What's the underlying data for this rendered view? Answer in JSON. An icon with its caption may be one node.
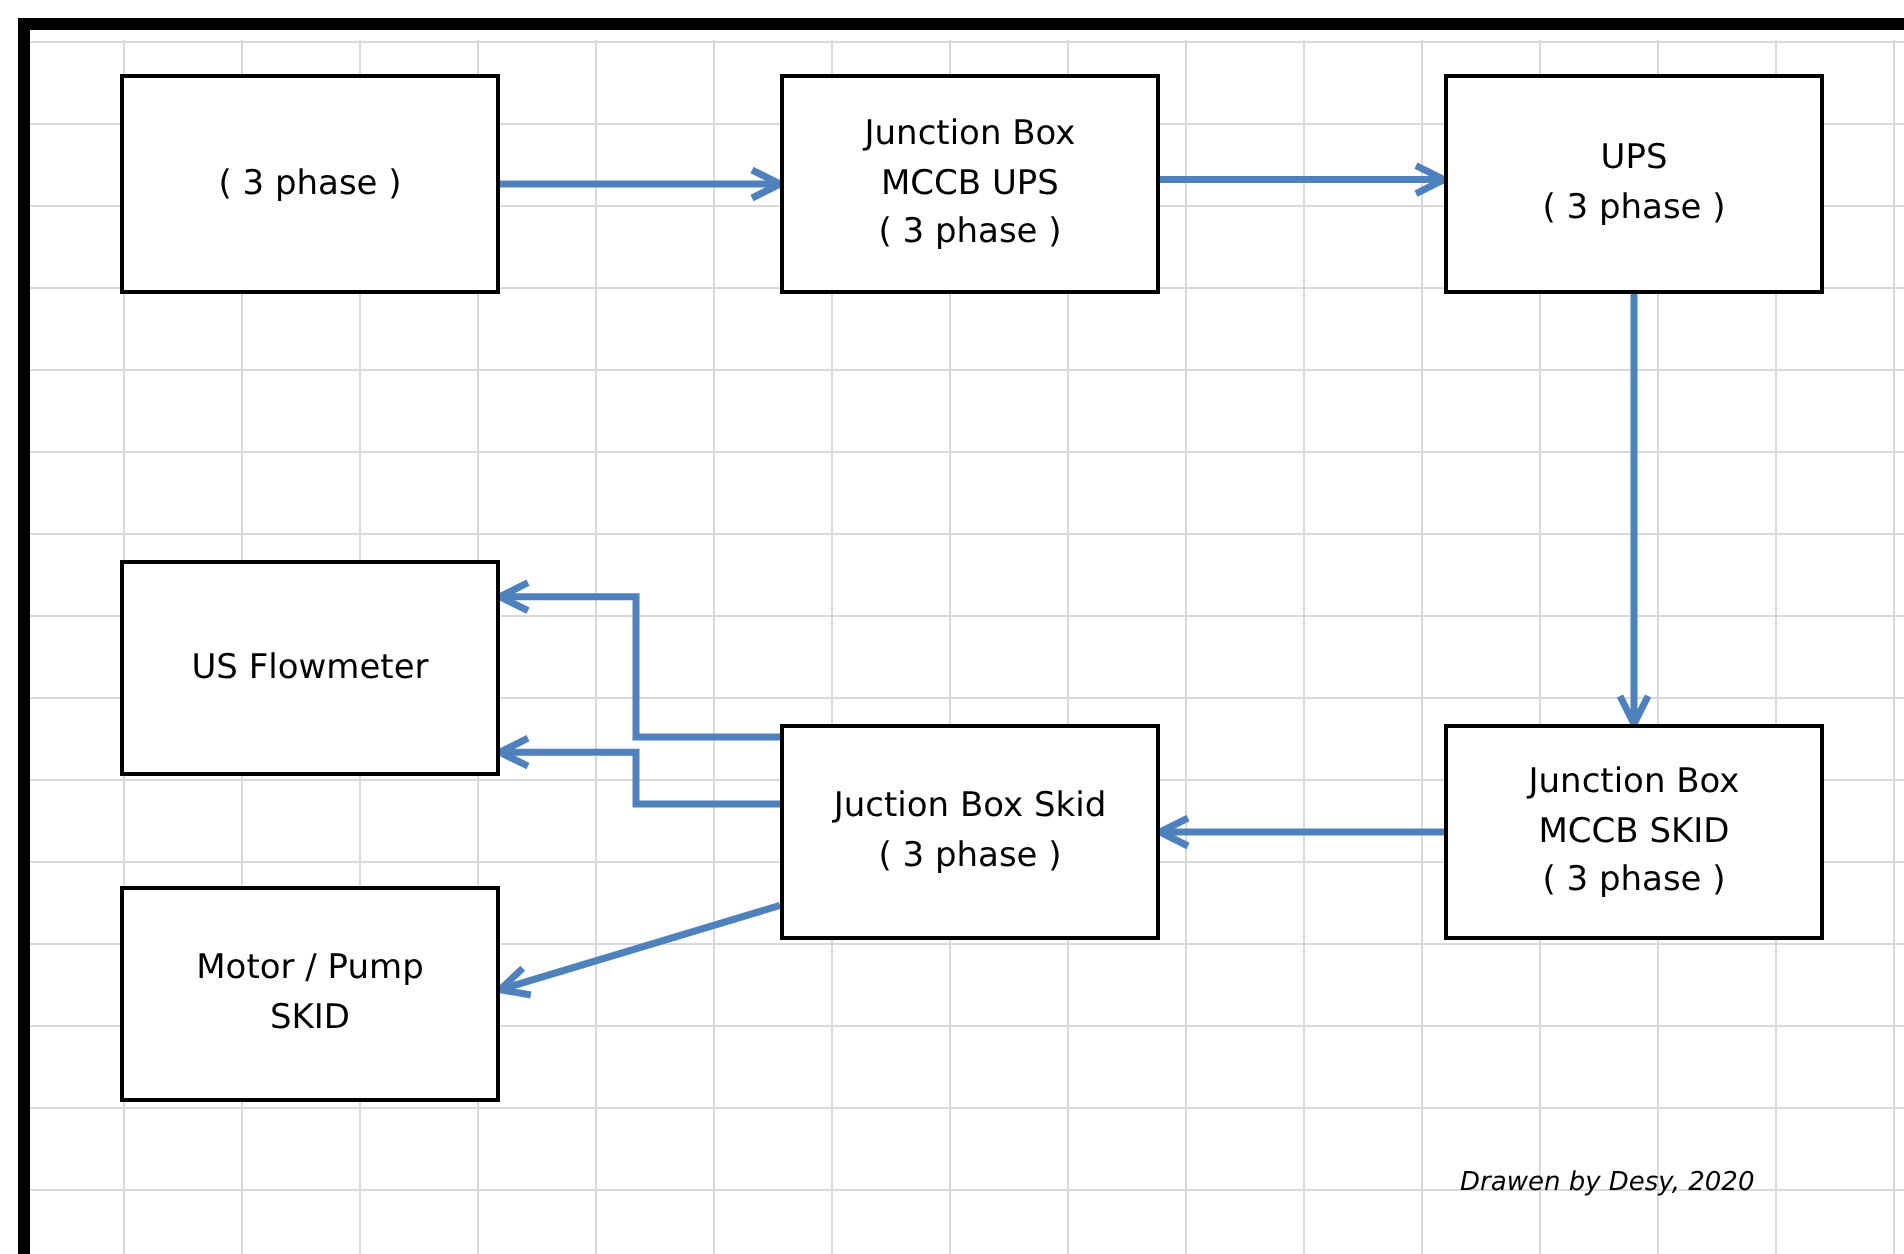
{
  "diagram": {
    "nodes": [
      {
        "text": [
          "( 3 phase )"
        ]
      },
      {
        "text": [
          "Junction Box MCCB UPS",
          "( 3 phase )"
        ]
      },
      {
        "text": [
          "UPS",
          "( 3 phase )"
        ]
      },
      {
        "text": [
          "US Flowmeter"
        ]
      },
      {
        "text": [
          "Juction Box Skid",
          "( 3 phase )"
        ]
      },
      {
        "text": [
          "Junction Box MCCB SKID",
          "( 3 phase )"
        ]
      },
      {
        "text": [
          "Motor / Pump SKID"
        ]
      }
    ],
    "edges": [
      {
        "from": 0,
        "to": 1,
        "arrow": "to"
      },
      {
        "from": 1,
        "to": 2,
        "arrow": "to"
      },
      {
        "from": 2,
        "to": 5,
        "arrow": "to"
      },
      {
        "from": 5,
        "to": 4,
        "arrow": "to"
      },
      {
        "from": 4,
        "to": 3,
        "arrow": "to"
      },
      {
        "from": 4,
        "to": 3,
        "arrow": "to"
      },
      {
        "from": 4,
        "to": 6,
        "arrow": "to"
      }
    ],
    "labels": [
      "Drawen by Desy, 2020"
    ]
  }
}
